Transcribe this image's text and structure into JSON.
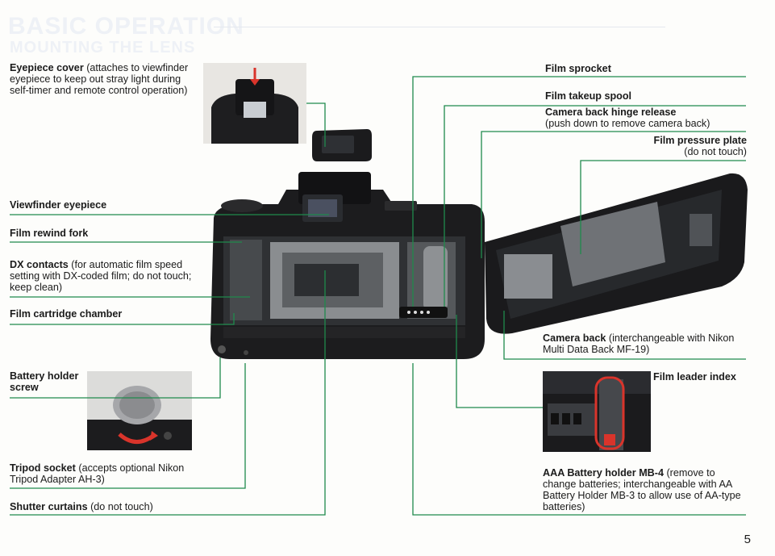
{
  "ghost_heading": "BASIC OPERATION",
  "ghost_subheading": "MOUNTING THE LENS",
  "labels": {
    "eyepiece_cover": {
      "name": "Eyepiece cover",
      "desc": " (attaches to viewfinder eyepiece to keep out stray light during self-timer and remote control operation)"
    },
    "viewfinder_eyepiece": {
      "name": "Viewfinder eyepiece"
    },
    "film_rewind_fork": {
      "name": "Film rewind fork"
    },
    "dx_contacts": {
      "name": "DX contacts",
      "desc": " (for automatic film speed setting with DX-coded film; do not touch; keep clean)"
    },
    "film_cartridge_chamber": {
      "name": "Film cartridge chamber"
    },
    "battery_holder_screw": {
      "name": "Battery holder screw"
    },
    "tripod_socket": {
      "name": "Tripod socket",
      "desc": " (accepts optional Nikon Tripod Adapter AH-3)"
    },
    "shutter_curtains": {
      "name": "Shutter curtains",
      "desc": " (do not touch)"
    },
    "film_sprocket": {
      "name": "Film sprocket"
    },
    "film_takeup_spool": {
      "name": "Film takeup spool"
    },
    "camera_back_hinge_release": {
      "name": "Camera back hinge release",
      "desc": "(push down to remove camera back)"
    },
    "film_pressure_plate": {
      "name": "Film pressure plate",
      "desc": "(do not touch)"
    },
    "camera_back": {
      "name": "Camera back",
      "desc": " (interchangeable with Nikon Multi Data Back MF-19)"
    },
    "film_leader_index": {
      "name": "Film leader index"
    },
    "aaa_battery_holder": {
      "name": "AAA Battery holder MB-4",
      "desc": " (remove to change batteries; interchangeable with AA Battery Holder MB-3 to allow use of AA-type batteries)"
    }
  },
  "page_number": "5",
  "colors": {
    "leader_line": "#1f8a4c",
    "highlight": "#d9342b"
  }
}
